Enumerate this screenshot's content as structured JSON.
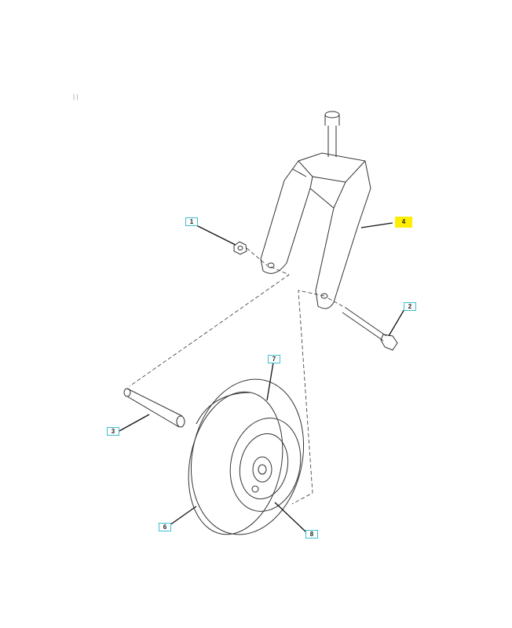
{
  "corner_mark": "| |",
  "callouts": [
    {
      "id": "1",
      "label": "1"
    },
    {
      "id": "2",
      "label": "2"
    },
    {
      "id": "3",
      "label": "3"
    },
    {
      "id": "4",
      "label": "4",
      "highlighted": true
    },
    {
      "id": "6",
      "label": "6"
    },
    {
      "id": "7",
      "label": "7"
    },
    {
      "id": "8",
      "label": "8"
    }
  ],
  "colors": {
    "callout_border": "#3cc0d0",
    "highlight": "#ffee00",
    "line": "#333333"
  }
}
